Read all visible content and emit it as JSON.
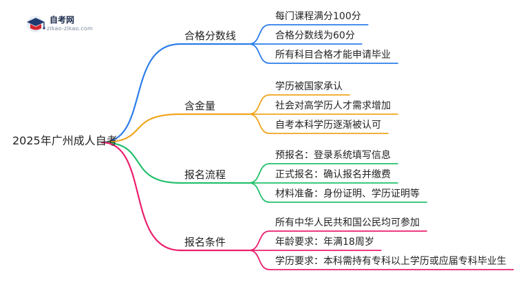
{
  "logo": {
    "name": "自考网",
    "url": "zikao-zikao.com"
  },
  "root": "2025年广州成人自考",
  "branches": [
    {
      "label": "合格分数线",
      "color": "#2b7de9",
      "leaves": [
        "每门课程满分100分",
        "合格分数线为60分",
        "所有科目合格才能申请毕业"
      ]
    },
    {
      "label": "含金量",
      "color": "#f0a51c",
      "leaves": [
        "学历被国家承认",
        "社会对高学历人才需求增加",
        "自考本科学历逐渐被认可"
      ]
    },
    {
      "label": "报名流程",
      "color": "#23c06b",
      "leaves": [
        "预报名：登录系统填写信息",
        "正式报名：确认报名并缴费",
        "材料准备：身份证明、学历证明等"
      ]
    },
    {
      "label": "报名条件",
      "color": "#ea1e6e",
      "leaves": [
        "所有中华人民共和国公民均可参加",
        "年龄要求：年满18周岁",
        "学历要求：本科需持有专科以上学历或应届专科毕业生"
      ]
    }
  ]
}
